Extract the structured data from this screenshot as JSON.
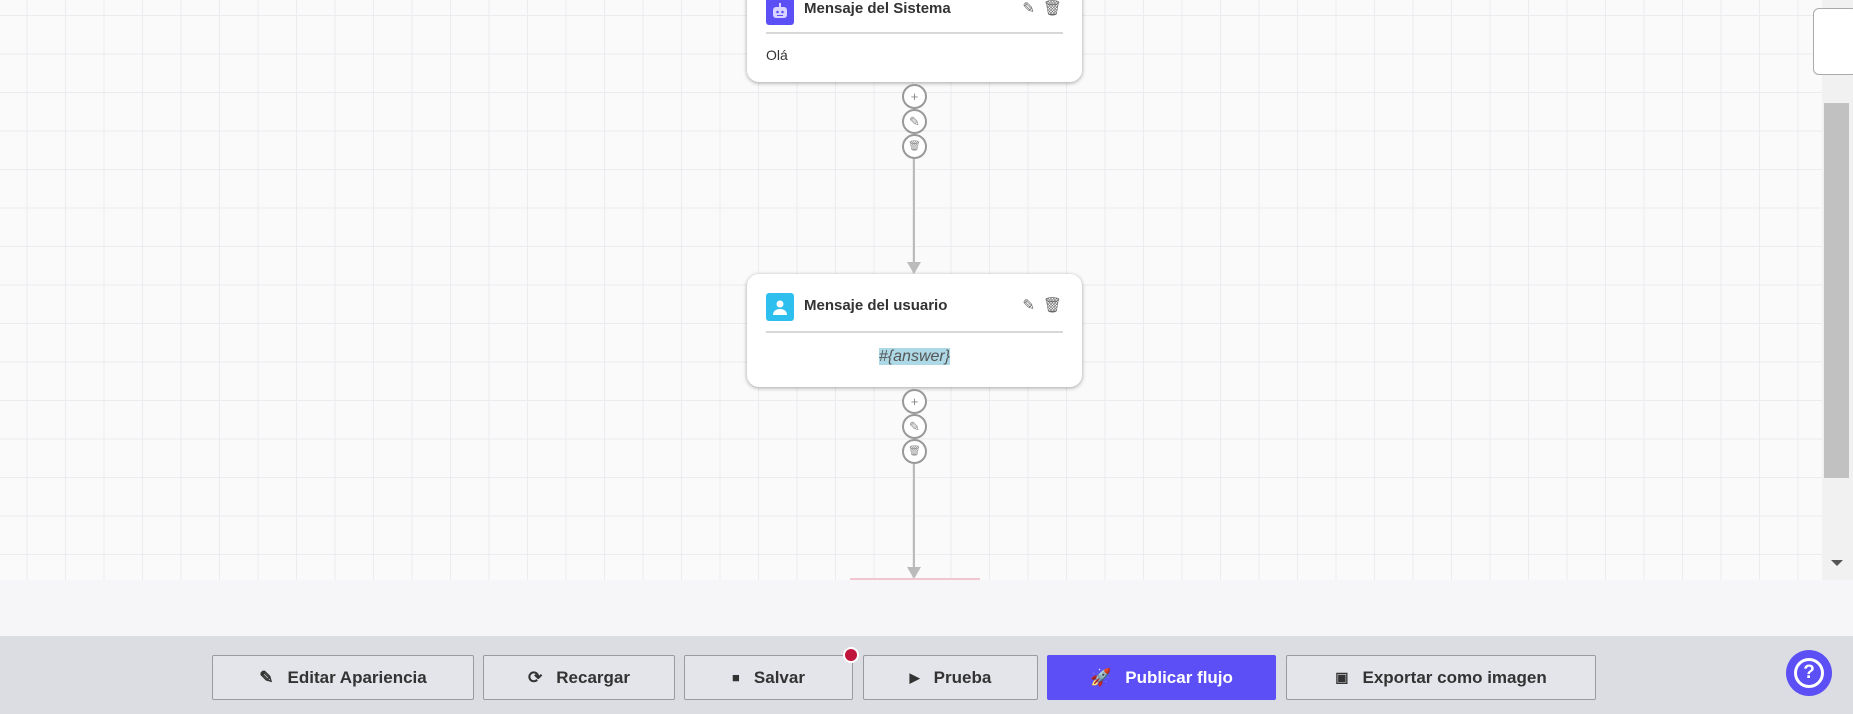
{
  "nodes": [
    {
      "title": "Mensaje del Sistema",
      "body": "Olá",
      "icon": "robot-icon",
      "icon_color": "#5b4ff5"
    },
    {
      "title": "Mensaje del usuario",
      "body": "#{answer}",
      "icon": "user-icon",
      "icon_color": "#2ebfee"
    }
  ],
  "node_controls": {
    "add": "+",
    "edit": "✎",
    "delete": "🗑"
  },
  "toolbar": {
    "edit_appearance": "Editar Apariencia",
    "reload": "Recargar",
    "save": "Salvar",
    "test": "Prueba",
    "publish": "Publicar flujo",
    "export": "Exportar como imagen"
  },
  "colors": {
    "accent": "#5b4ff5",
    "unsaved_dot": "#c0143c",
    "toolbar_bg": "#dcdde2"
  },
  "help": {
    "label": "?"
  }
}
